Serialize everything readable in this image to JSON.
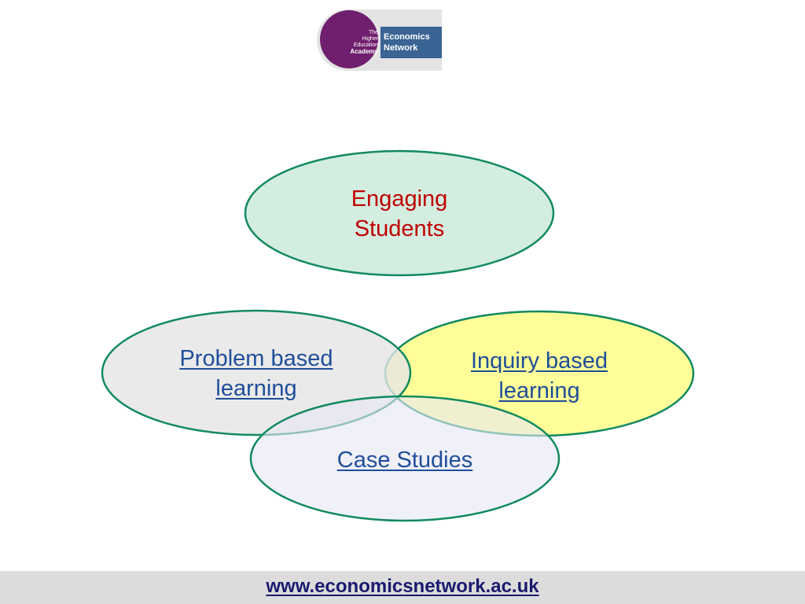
{
  "logo": {
    "hea_line1": "The",
    "hea_line2": "Higher",
    "hea_line3": "Education",
    "hea_line4": "Academy",
    "network_line1": "Economics",
    "network_line2": "Network"
  },
  "diagram": {
    "engaging": {
      "line1": "Engaging",
      "line2": "Students"
    },
    "problem": {
      "line1": "Problem based",
      "line2": "learning"
    },
    "inquiry": {
      "line1": "Inquiry based",
      "line2": "learning"
    },
    "case": {
      "line1": "Case Studies"
    }
  },
  "colors": {
    "engaging_fill": "#d3ede0",
    "problem_fill": "#e5e5e5",
    "inquiry_fill": "#ffff99",
    "case_fill": "#e6e6f5",
    "outline": "#128a60",
    "title_text": "#c00000",
    "link_text": "#1f4e99"
  },
  "footer": {
    "url": "www.economicsnetwork.ac.uk"
  }
}
